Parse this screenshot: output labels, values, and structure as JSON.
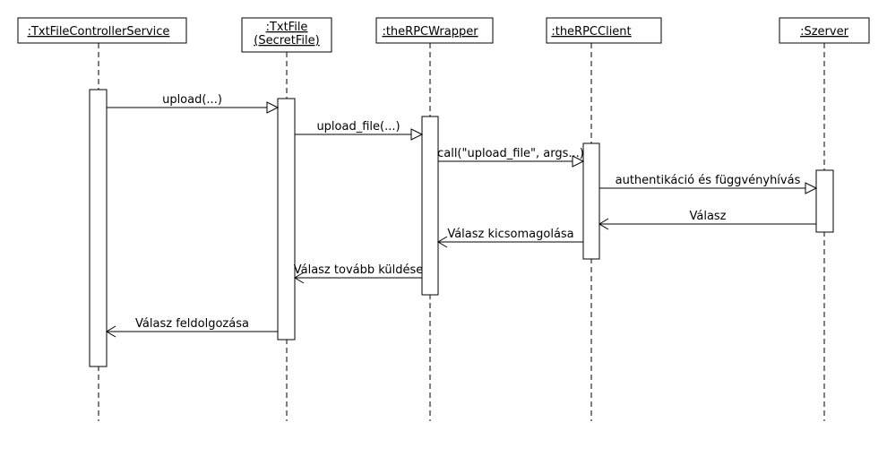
{
  "participants": [
    {
      "id": "ctrl",
      "lines": [
        ":TxtFileControllerService"
      ]
    },
    {
      "id": "txt",
      "lines": [
        ":TxtFile",
        "(SecretFile)"
      ]
    },
    {
      "id": "wrap",
      "lines": [
        ":theRPCWrapper"
      ]
    },
    {
      "id": "client",
      "lines": [
        ":theRPCClient"
      ]
    },
    {
      "id": "srv",
      "lines": [
        ":Szerver"
      ]
    }
  ],
  "messages": [
    {
      "from": "ctrl",
      "to": "txt",
      "label": "upload(...)",
      "kind": "call"
    },
    {
      "from": "txt",
      "to": "wrap",
      "label": "upload_file(...)",
      "kind": "call"
    },
    {
      "from": "wrap",
      "to": "client",
      "label": "call(\"upload_file\", args...)",
      "kind": "call"
    },
    {
      "from": "client",
      "to": "srv",
      "label": "authentikáció és függvényhívás",
      "kind": "call"
    },
    {
      "from": "srv",
      "to": "client",
      "label": "Válasz",
      "kind": "return"
    },
    {
      "from": "client",
      "to": "wrap",
      "label": "Válasz kicsomagolása",
      "kind": "return"
    },
    {
      "from": "wrap",
      "to": "txt",
      "label": "Válasz tovább küldése",
      "kind": "return"
    },
    {
      "from": "txt",
      "to": "ctrl",
      "label": "Válasz feldolgozása",
      "kind": "return"
    }
  ],
  "colors": {
    "line": "#000000",
    "background": "#ffffff"
  }
}
